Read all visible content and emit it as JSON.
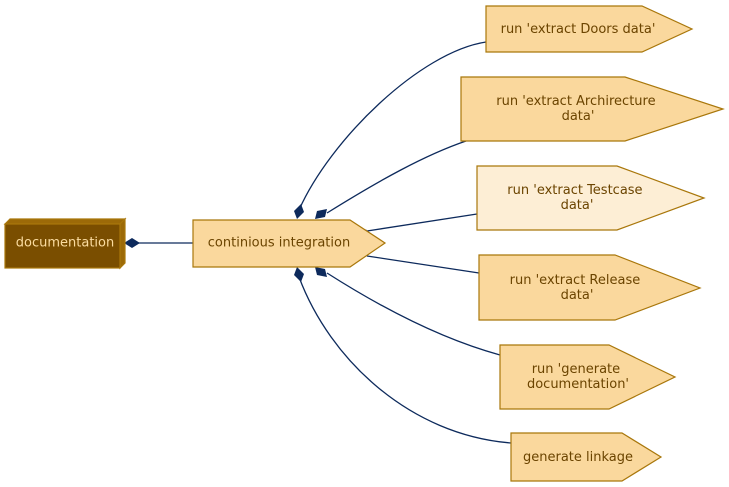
{
  "root": {
    "label": "documentation"
  },
  "hub": {
    "label": "continious integration"
  },
  "children": [
    {
      "lines": [
        "run 'extract Doors data'"
      ],
      "highlighted": false
    },
    {
      "lines": [
        "run 'extract Archirecture",
        "data'"
      ],
      "highlighted": false
    },
    {
      "lines": [
        "run 'extract Testcase",
        "data'"
      ],
      "highlighted": true
    },
    {
      "lines": [
        "run 'extract Release",
        "data'"
      ],
      "highlighted": false
    },
    {
      "lines": [
        "run 'generate",
        "documentation'"
      ],
      "highlighted": false
    },
    {
      "lines": [
        "generate linkage"
      ],
      "highlighted": false
    }
  ],
  "colors": {
    "node_fill": "#fad89d",
    "node_fill_highlight": "#fdeed5",
    "node_stroke": "#a9770b",
    "root_fill": "#7a4e00",
    "edge": "#0d2a5c",
    "text": "#6b4400"
  }
}
